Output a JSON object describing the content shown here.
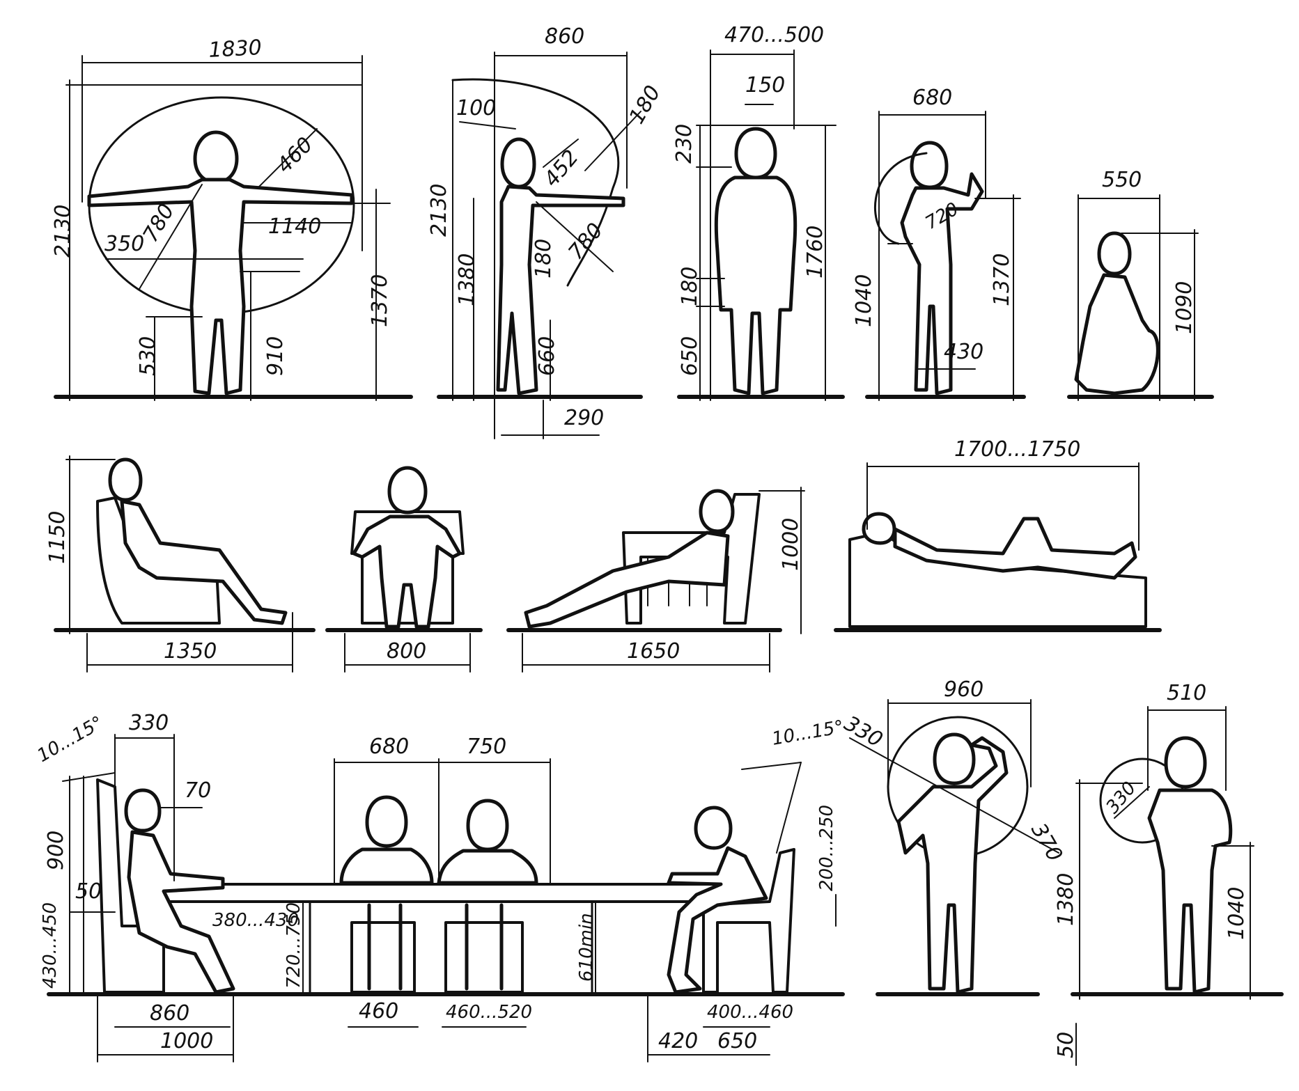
{
  "colors": {
    "ink": "#111111",
    "paper": "#ffffff"
  },
  "dimensions": {
    "d1830": "1830",
    "d2130a": "2130",
    "d460": "460",
    "d350": "350",
    "d780a": "780",
    "d1140": "1140",
    "d1370a": "1370",
    "d910": "910",
    "d530": "530",
    "d860a": "860",
    "d100": "100",
    "d180a": "180",
    "d452": "452",
    "d2130b": "2130",
    "d780b": "780",
    "d1380a": "1380",
    "d180b": "180",
    "d660a": "660",
    "d290": "290",
    "d470_500": "470...500",
    "d150": "150",
    "d230": "230",
    "d1760": "1760",
    "d180c": "180",
    "d650a": "650",
    "d680a": "680",
    "d720": "720",
    "d1040a": "1040",
    "d1370b": "1370",
    "d430": "430",
    "d550": "550",
    "d1090": "1090",
    "d1150": "1150",
    "d1350": "1350",
    "d800": "800",
    "d1650": "1650",
    "d1000a": "1000",
    "d1700_1750": "1700...1750",
    "d10_15a": "10...15°",
    "d330a": "330",
    "d70": "70",
    "d900": "900",
    "d50a": "50",
    "d430_450": "430...450",
    "d380_430": "380...430",
    "d720_750": "720...750",
    "d860b": "860",
    "d1000b": "1000",
    "d680b": "680",
    "d750": "750",
    "d460_520": "460...520",
    "d610min": "610min",
    "d10_15b": "10...15°",
    "d200_250": "200...250",
    "d420": "420",
    "d400_460": "400...460",
    "d650b": "650",
    "d330b": "330",
    "d960": "960",
    "d370": "370",
    "d1380b": "1380",
    "d510": "510",
    "d330c": "330",
    "d1040b": "1040",
    "d50b": "50"
  }
}
